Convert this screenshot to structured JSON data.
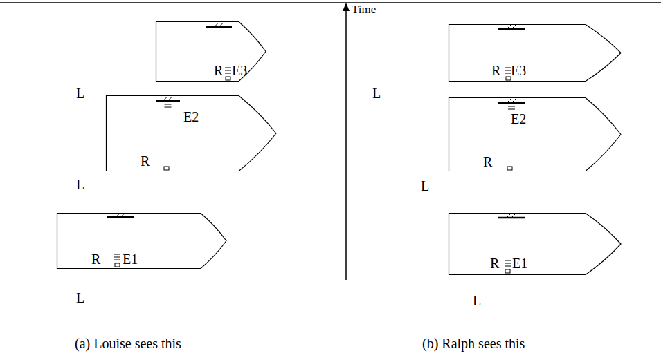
{
  "diagram": {
    "nodes": [
      {
        "text": [
          "R",
          "E3"
        ]
      },
      {
        "text": [
          "E2",
          "R"
        ]
      },
      {
        "text": [
          "R",
          "E1"
        ]
      },
      {
        "text": [
          "R",
          "E3"
        ]
      },
      {
        "text": [
          "E2",
          "R"
        ]
      },
      {
        "text": [
          "R",
          "E1"
        ]
      }
    ],
    "labels": [
      "Time",
      "L",
      "L",
      "L",
      "L",
      "L",
      "L",
      "(a) Louise sees this",
      "(b) Ralph sees this"
    ]
  }
}
